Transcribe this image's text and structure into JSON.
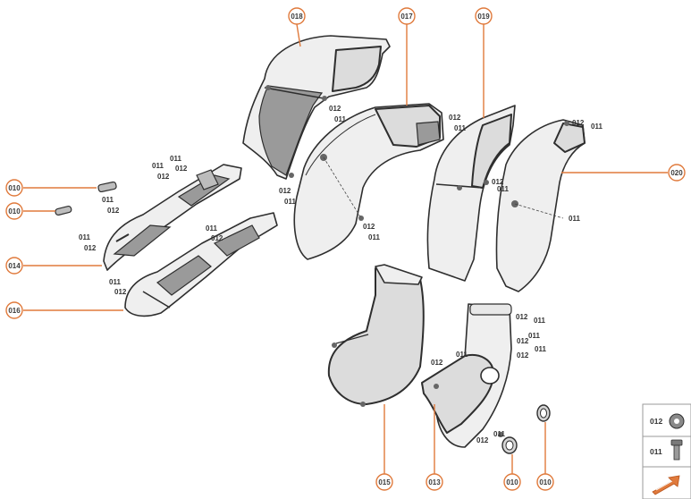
{
  "callouts": {
    "c018": "018",
    "c017": "017",
    "c019": "019",
    "c020": "020",
    "c010a": "010",
    "c010b": "010",
    "c014": "014",
    "c016": "016",
    "c015": "015",
    "c013": "013",
    "c010c": "010",
    "c010d": "010"
  },
  "labels": {
    "l1": "012",
    "l2": "011",
    "l3": "012",
    "l4": "011",
    "l5": "012",
    "l6": "011",
    "l7": "012",
    "l8": "011",
    "l9": "012",
    "l10": "011",
    "l11": "012",
    "l12": "011",
    "l13": "011",
    "l14": "011",
    "l15": "012",
    "l16": "011",
    "l17": "012",
    "l18": "011",
    "l19": "012",
    "l20": "011",
    "l21": "012",
    "l22": "011",
    "l23": "012",
    "l24": "012",
    "l25": "011",
    "l26": "012",
    "l27": "011",
    "l28": "011",
    "l29": "012",
    "l30": "011",
    "l31": "012",
    "l32": "011",
    "l33": "012",
    "l34": "011",
    "l35": "012"
  },
  "legend": {
    "washer_code": "012",
    "bolt_code": "011"
  },
  "colors": {
    "callout_orange": "#e07a3c",
    "next_arrow": "#e07a3c"
  },
  "icons": {
    "washer": "washer-icon",
    "bolt": "bolt-icon",
    "next": "next-page-arrow-icon"
  }
}
